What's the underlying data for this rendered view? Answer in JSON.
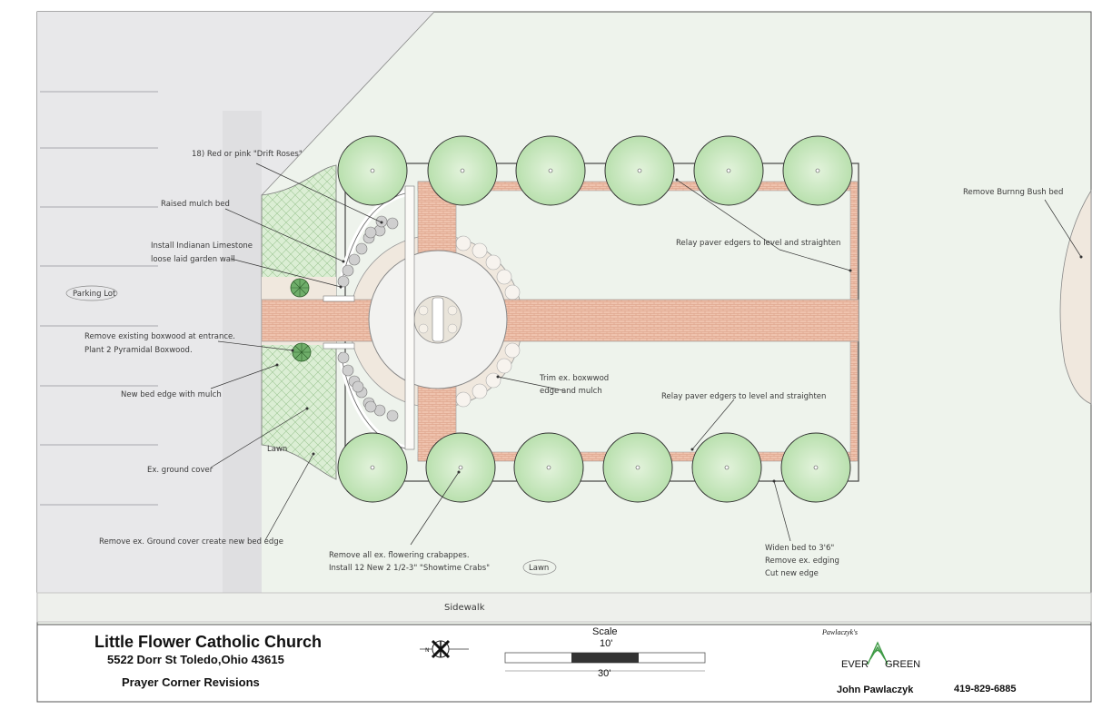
{
  "title_block": {
    "project": "Little Flower Catholic Church",
    "address": "5522 Dorr St   Toledo,Ohio 43615",
    "subtitle": "Prayer Corner Revisions",
    "scale_label": "Scale",
    "scale_small": "10'",
    "scale_large": "30'",
    "company_name": "Pawlaczyk's",
    "logo_left": "EVER",
    "logo_right": "GREEN",
    "designer": "John Pawlaczyk",
    "phone": "419-829-6885"
  },
  "labels": {
    "drift_roses": "18) Red or pink \"Drift Roses\"",
    "raised_mulch": "Raised mulch bed",
    "limestone_1": "Install Indianan Limestone",
    "limestone_2": "loose laid garden wall",
    "parking_lot": "Parking Lot",
    "remove_boxwood_1": "Remove existing boxwood at entrance.",
    "remove_boxwood_2": "Plant 2 Pyramidal Boxwood.",
    "new_bed_edge": "New bed edge with mulch",
    "ex_ground_cover": "Ex. ground cover",
    "remove_ground_cover": "Remove ex. Ground cover create new bed edge",
    "lawn_left": "Lawn",
    "remove_crabapples_1": "Remove all ex. flowering crabappes.",
    "remove_crabapples_2": "Install 12 New 2 1/2-3\" \"Showtime Crabs\"",
    "lawn_bottom": "Lawn",
    "trim_boxwood_1": "Trim ex. boxwwod",
    "trim_boxwood_2": "edge and mulch",
    "relay_top": "Relay paver edgers to level and straighten",
    "relay_bottom": "Relay paver edgers to level and straighten",
    "widen_1": "Widen bed to 3'6\"",
    "widen_2": "Remove ex. edging",
    "widen_3": "Cut new edge",
    "burning_bush": "Remove Burnng Bush bed",
    "sidewalk": "Sidewalk"
  },
  "colors": {
    "lawn": "#eef3ec",
    "parking": "#e9e9ea",
    "paver": "#efc3ae",
    "tree": "#c8e8c0",
    "ground_cover": "#d9ecd2",
    "mulch": "#f0e8de",
    "sidewalk": "#eef0ec"
  },
  "icons": {
    "north_arrow": "north-arrow-icon",
    "logo": "evergreen-tree-logo-icon"
  }
}
